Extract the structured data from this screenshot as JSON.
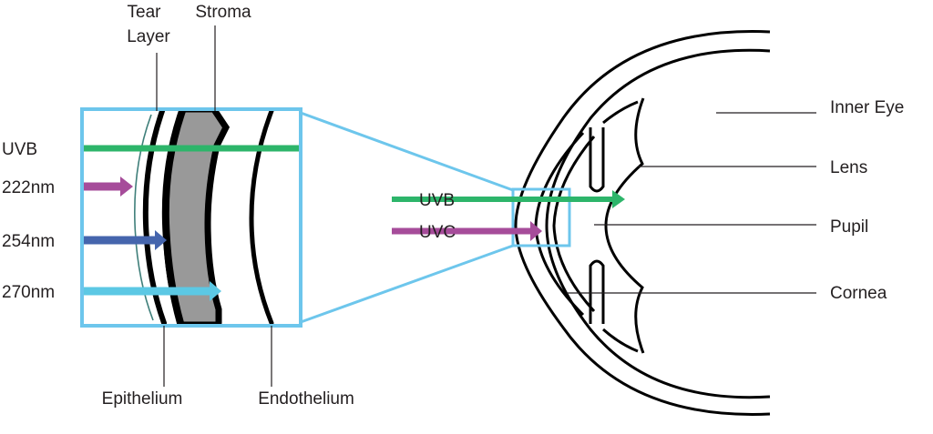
{
  "labels": {
    "tear_layer_line1": "Tear",
    "tear_layer_line2": "Layer",
    "stroma": "Stroma",
    "epithelium": "Epithelium",
    "endothelium": "Endothelium",
    "inner_eye": "Inner Eye",
    "lens": "Lens",
    "pupil": "Pupil",
    "cornea": "Cornea"
  },
  "zoom_rays": {
    "uvb": "UVB",
    "w222": "222nm",
    "w254": "254nm",
    "w270": "270nm"
  },
  "eye_rays": {
    "uvb": "UVB",
    "uvc": "UVC"
  },
  "colors": {
    "uvb_green": "#2db56a",
    "magenta": "#a64c9a",
    "blue": "#4565ad",
    "cyan": "#5cc8e4",
    "frame_blue": "#6dc6ec",
    "stroma_gray": "#999999",
    "tear_teal": "#3f7f7a"
  }
}
